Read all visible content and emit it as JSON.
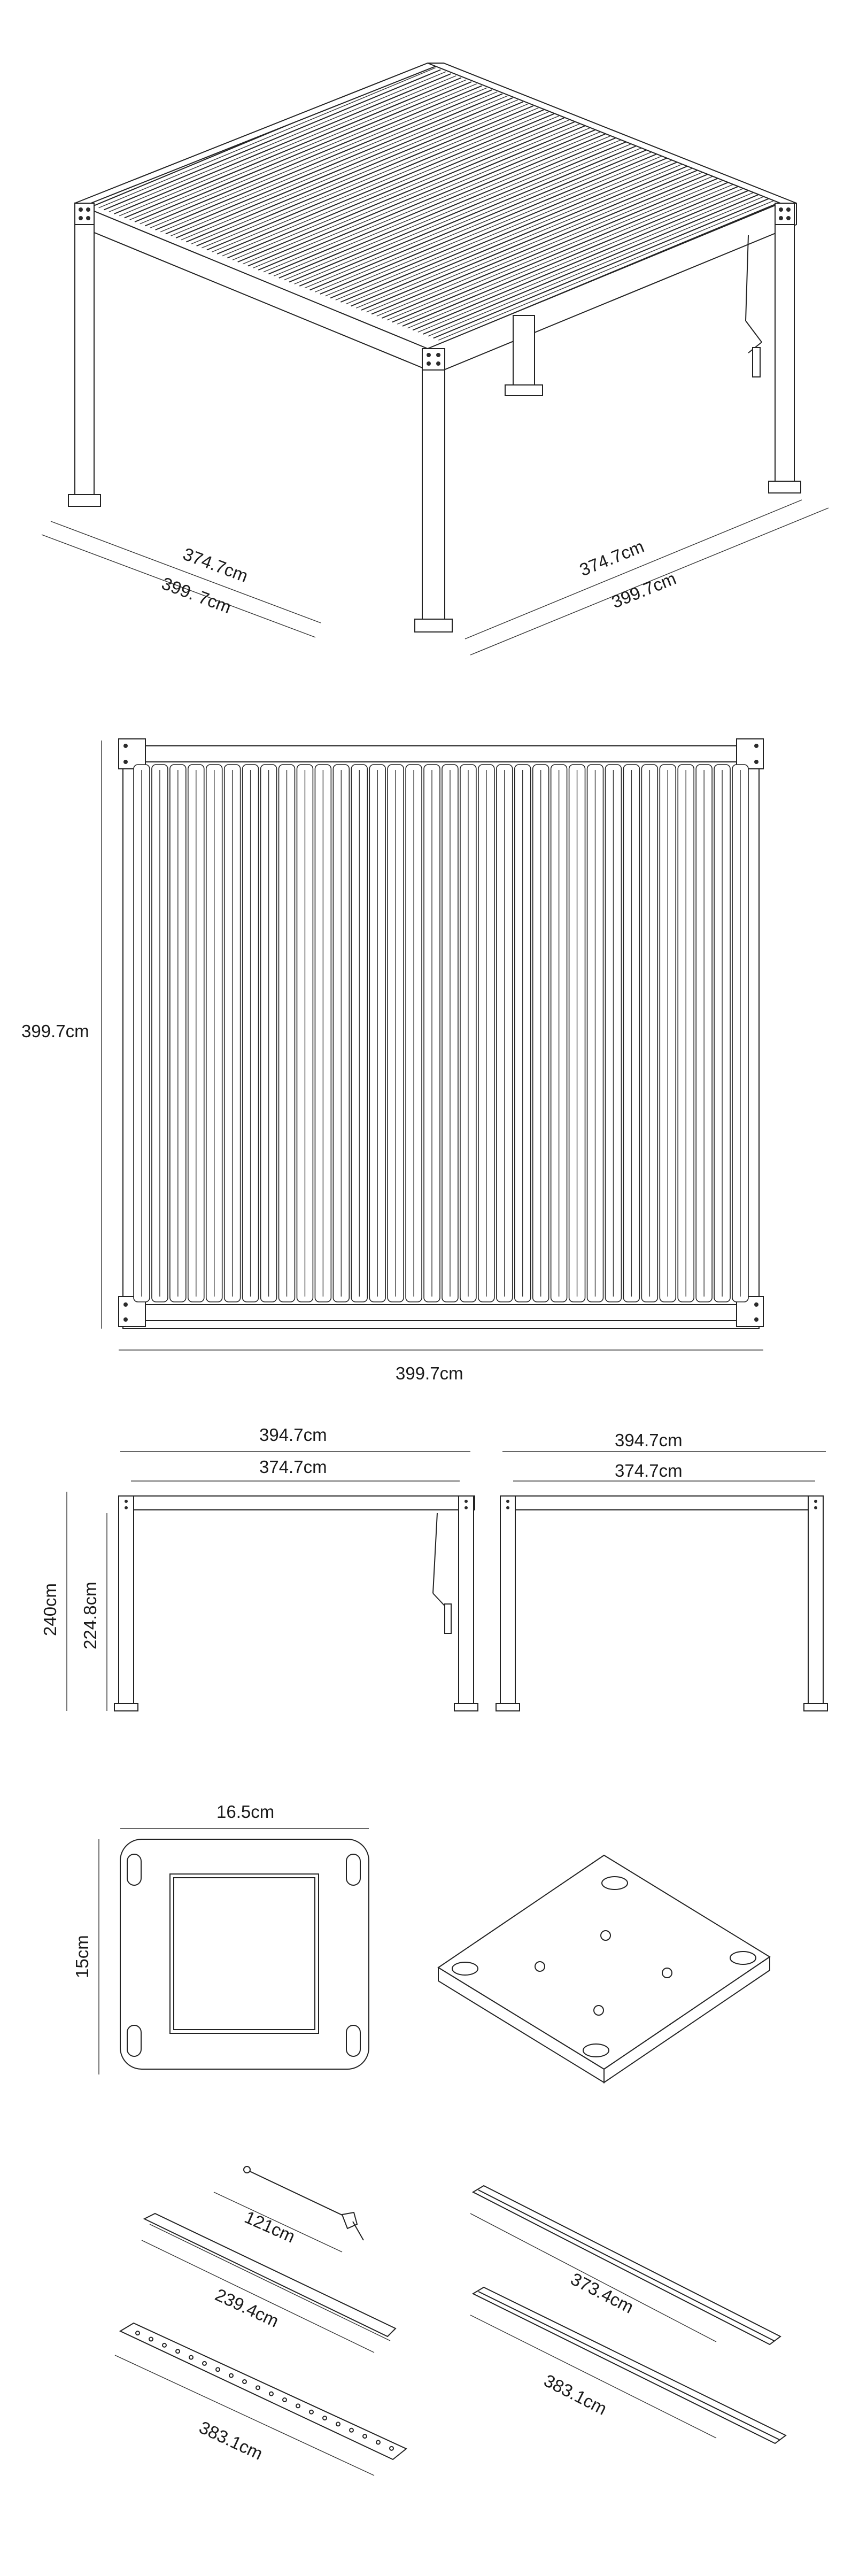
{
  "iso_view": {
    "depth_inner": "374.7cm",
    "depth_outer": "399. 7cm",
    "width_inner": "374.7cm",
    "width_outer": "399.7cm"
  },
  "top_view": {
    "height": "399.7cm",
    "width": "399.7cm",
    "slat_count": 34
  },
  "front_view": {
    "outer_width": "394.7cm",
    "inner_width": "374.7cm",
    "total_height": "240cm",
    "clear_height": "224.8cm"
  },
  "side_view": {
    "outer_width": "394.7cm",
    "inner_width": "374.7cm"
  },
  "base_plate": {
    "width": "16.5cm",
    "height": "15cm"
  },
  "parts": {
    "crank_length": "121cm",
    "gutter_length": "239.4cm",
    "slat_beam_length": "383.1cm",
    "rail_length": "373.4cm",
    "rail2_length": "383.1cm"
  }
}
